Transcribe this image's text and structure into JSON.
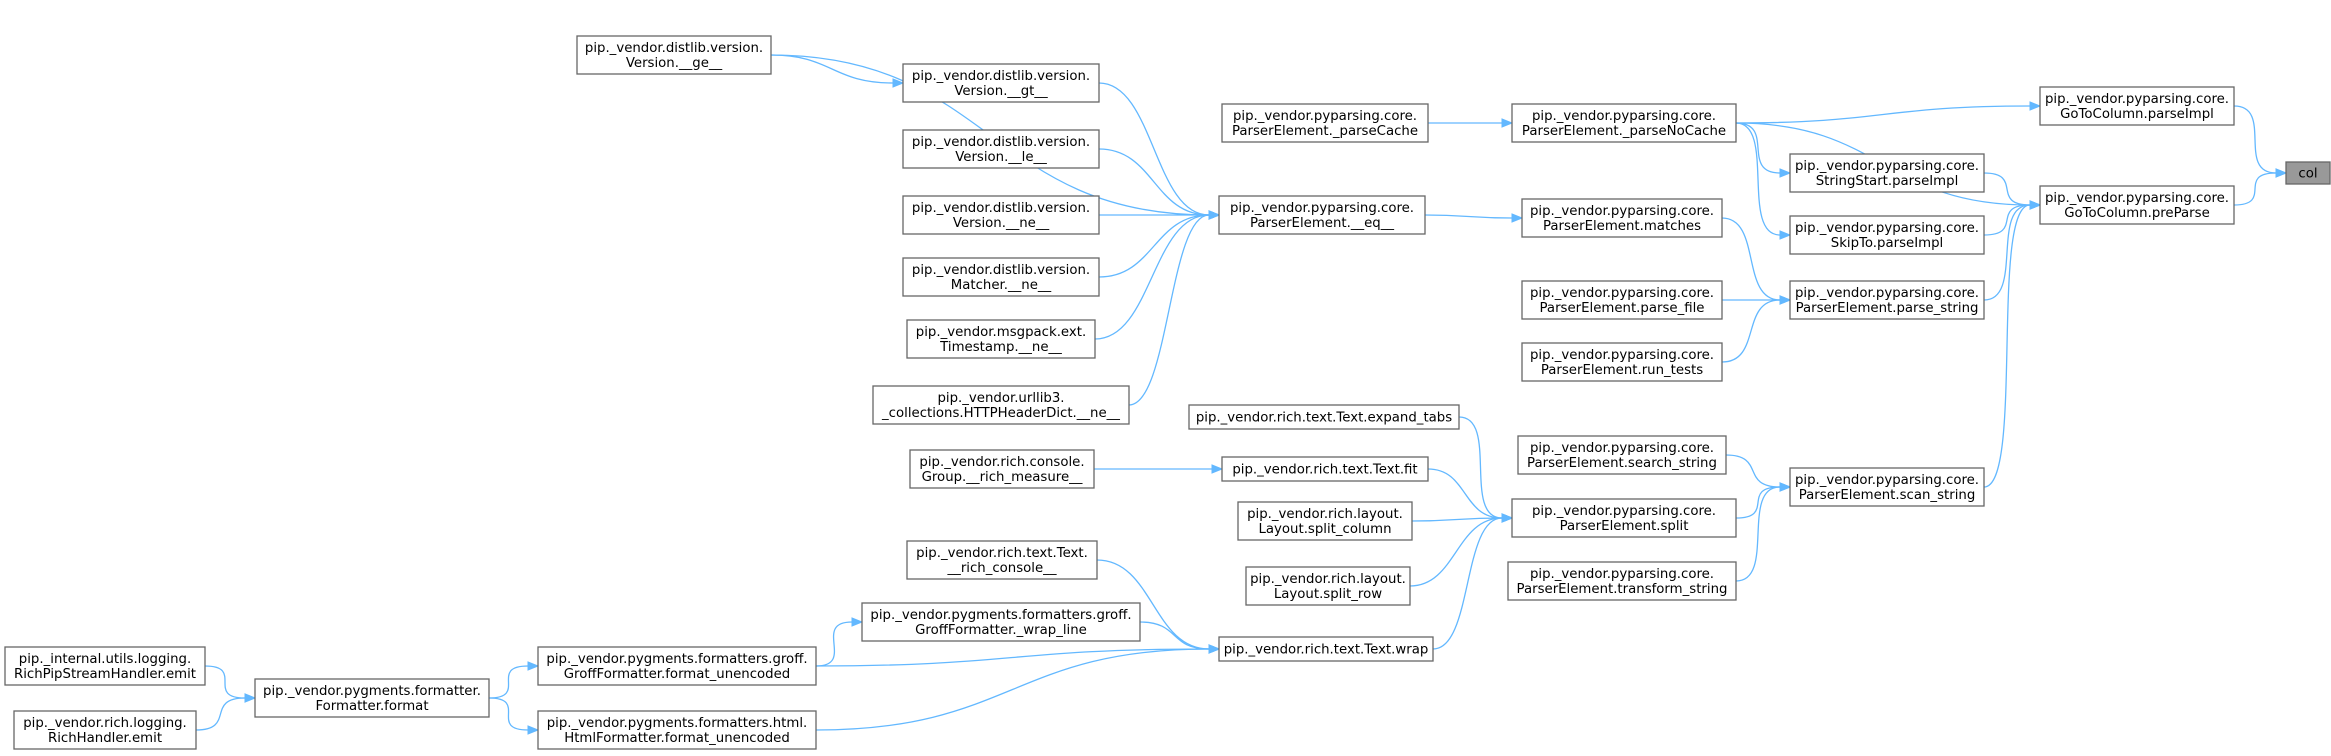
{
  "graph": {
    "focus_color": "#999999",
    "edge_color": "#63b8ff",
    "border_color": "#666666",
    "nodes": [
      {
        "id": "col",
        "lines": [
          "col"
        ],
        "focus": true
      },
      {
        "id": "gtc_parseImpl",
        "lines": [
          "pip._vendor.pyparsing.core.",
          "GoToColumn.parseImpl"
        ]
      },
      {
        "id": "gtc_preParse",
        "lines": [
          "pip._vendor.pyparsing.core.",
          "GoToColumn.preParse"
        ]
      },
      {
        "id": "pe_parseNoCache",
        "lines": [
          "pip._vendor.pyparsing.core.",
          "ParserElement._parseNoCache"
        ]
      },
      {
        "id": "ss_parseImpl",
        "lines": [
          "pip._vendor.pyparsing.core.",
          "StringStart.parseImpl"
        ]
      },
      {
        "id": "skipto_parseImpl",
        "lines": [
          "pip._vendor.pyparsing.core.",
          "SkipTo.parseImpl"
        ]
      },
      {
        "id": "pe_parse_string",
        "lines": [
          "pip._vendor.pyparsing.core.",
          "ParserElement.parse_string"
        ]
      },
      {
        "id": "pe_scan_string",
        "lines": [
          "pip._vendor.pyparsing.core.",
          "ParserElement.scan_string"
        ]
      },
      {
        "id": "pe_parseCache",
        "lines": [
          "pip._vendor.pyparsing.core.",
          "ParserElement._parseCache"
        ]
      },
      {
        "id": "pe_matches",
        "lines": [
          "pip._vendor.pyparsing.core.",
          "ParserElement.matches"
        ]
      },
      {
        "id": "pe_parse_file",
        "lines": [
          "pip._vendor.pyparsing.core.",
          "ParserElement.parse_file"
        ]
      },
      {
        "id": "pe_run_tests",
        "lines": [
          "pip._vendor.pyparsing.core.",
          "ParserElement.run_tests"
        ]
      },
      {
        "id": "pe_search_string",
        "lines": [
          "pip._vendor.pyparsing.core.",
          "ParserElement.search_string"
        ]
      },
      {
        "id": "pe_split",
        "lines": [
          "pip._vendor.pyparsing.core.",
          "ParserElement.split"
        ]
      },
      {
        "id": "pe_transform_string",
        "lines": [
          "pip._vendor.pyparsing.core.",
          "ParserElement.transform_string"
        ]
      },
      {
        "id": "pe_eq",
        "lines": [
          "pip._vendor.pyparsing.core.",
          "ParserElement.__eq__"
        ]
      },
      {
        "id": "dv_ge",
        "lines": [
          "pip._vendor.distlib.version.",
          "Version.__ge__"
        ]
      },
      {
        "id": "dv_gt",
        "lines": [
          "pip._vendor.distlib.version.",
          "Version.__gt__"
        ]
      },
      {
        "id": "dv_le",
        "lines": [
          "pip._vendor.distlib.version.",
          "Version.__le__"
        ]
      },
      {
        "id": "dv_ne",
        "lines": [
          "pip._vendor.distlib.version.",
          "Version.__ne__"
        ]
      },
      {
        "id": "dm_ne",
        "lines": [
          "pip._vendor.distlib.version.",
          "Matcher.__ne__"
        ]
      },
      {
        "id": "ts_ne",
        "lines": [
          "pip._vendor.msgpack.ext.",
          "Timestamp.__ne__"
        ]
      },
      {
        "id": "hhd_ne",
        "lines": [
          "pip._vendor.urllib3.",
          "_collections.HTTPHeaderDict.__ne__"
        ]
      },
      {
        "id": "expand_tabs",
        "lines": [
          "pip._vendor.rich.text.Text.expand_tabs"
        ]
      },
      {
        "id": "text_fit",
        "lines": [
          "pip._vendor.rich.text.Text.fit"
        ]
      },
      {
        "id": "group_measure",
        "lines": [
          "pip._vendor.rich.console.",
          "Group.__rich_measure__"
        ]
      },
      {
        "id": "split_column",
        "lines": [
          "pip._vendor.rich.layout.",
          "Layout.split_column"
        ]
      },
      {
        "id": "split_row",
        "lines": [
          "pip._vendor.rich.layout.",
          "Layout.split_row"
        ]
      },
      {
        "id": "text_rich_console",
        "lines": [
          "pip._vendor.rich.text.Text.",
          "__rich_console__"
        ]
      },
      {
        "id": "text_wrap",
        "lines": [
          "pip._vendor.rich.text.Text.wrap"
        ]
      },
      {
        "id": "groff_wrap_line",
        "lines": [
          "pip._vendor.pygments.formatters.groff.",
          "GroffFormatter._wrap_line"
        ]
      },
      {
        "id": "groff_format_unencoded",
        "lines": [
          "pip._vendor.pygments.formatters.groff.",
          "GroffFormatter.format_unencoded"
        ]
      },
      {
        "id": "html_format_unencoded",
        "lines": [
          "pip._vendor.pygments.formatters.html.",
          "HtmlFormatter.format_unencoded"
        ]
      },
      {
        "id": "formatter_format",
        "lines": [
          "pip._vendor.pygments.formatter.",
          "Formatter.format"
        ]
      },
      {
        "id": "rich_pip_emit",
        "lines": [
          "pip._internal.utils.logging.",
          "RichPipStreamHandler.emit"
        ]
      },
      {
        "id": "rich_handler_emit",
        "lines": [
          "pip._vendor.rich.logging.",
          "RichHandler.emit"
        ]
      }
    ],
    "edges": [
      [
        "gtc_parseImpl",
        "col"
      ],
      [
        "gtc_preParse",
        "col"
      ],
      [
        "pe_parseNoCache",
        "gtc_parseImpl"
      ],
      [
        "pe_parseNoCache",
        "gtc_preParse"
      ],
      [
        "pe_parseNoCache",
        "ss_parseImpl"
      ],
      [
        "pe_parseNoCache",
        "skipto_parseImpl"
      ],
      [
        "ss_parseImpl",
        "gtc_preParse"
      ],
      [
        "skipto_parseImpl",
        "gtc_preParse"
      ],
      [
        "pe_parse_string",
        "gtc_preParse"
      ],
      [
        "pe_scan_string",
        "gtc_preParse"
      ],
      [
        "pe_parseCache",
        "pe_parseNoCache"
      ],
      [
        "pe_matches",
        "pe_parse_string"
      ],
      [
        "pe_parse_file",
        "pe_parse_string"
      ],
      [
        "pe_run_tests",
        "pe_parse_string"
      ],
      [
        "pe_search_string",
        "pe_scan_string"
      ],
      [
        "pe_split",
        "pe_scan_string"
      ],
      [
        "pe_transform_string",
        "pe_scan_string"
      ],
      [
        "pe_eq",
        "pe_matches"
      ],
      [
        "dv_ge",
        "pe_eq"
      ],
      [
        "dv_ge",
        "dv_gt"
      ],
      [
        "dv_gt",
        "pe_eq"
      ],
      [
        "dv_le",
        "pe_eq"
      ],
      [
        "dv_ne",
        "pe_eq"
      ],
      [
        "dm_ne",
        "pe_eq"
      ],
      [
        "ts_ne",
        "pe_eq"
      ],
      [
        "hhd_ne",
        "pe_eq"
      ],
      [
        "expand_tabs",
        "pe_split"
      ],
      [
        "text_fit",
        "pe_split"
      ],
      [
        "split_column",
        "pe_split"
      ],
      [
        "split_row",
        "pe_split"
      ],
      [
        "text_wrap",
        "pe_split"
      ],
      [
        "group_measure",
        "text_fit"
      ],
      [
        "text_rich_console",
        "text_wrap"
      ],
      [
        "groff_wrap_line",
        "text_wrap"
      ],
      [
        "groff_format_unencoded",
        "text_wrap"
      ],
      [
        "html_format_unencoded",
        "text_wrap"
      ],
      [
        "groff_format_unencoded",
        "groff_wrap_line"
      ],
      [
        "formatter_format",
        "groff_format_unencoded"
      ],
      [
        "formatter_format",
        "html_format_unencoded"
      ],
      [
        "rich_pip_emit",
        "formatter_format"
      ],
      [
        "rich_handler_emit",
        "formatter_format"
      ]
    ]
  }
}
